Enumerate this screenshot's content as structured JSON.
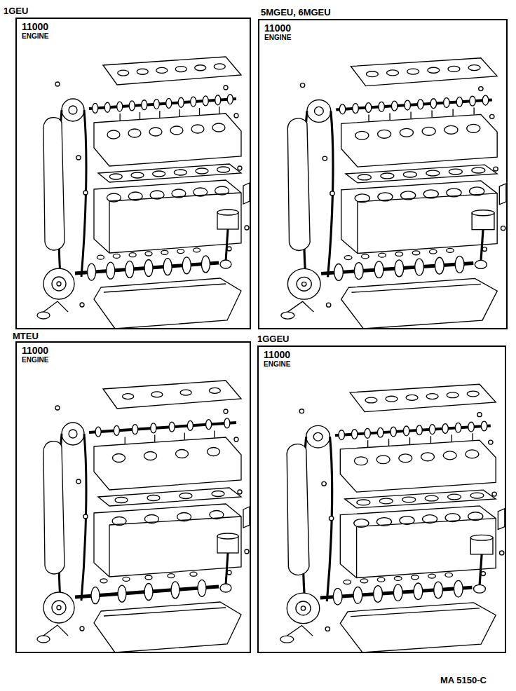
{
  "diagram": {
    "nodes": [
      {
        "text": [
          "1GEU",
          "11000",
          "ENGINE"
        ]
      },
      {
        "text": [
          "5MGEU, 6MGEU",
          "11000",
          "ENGINE"
        ]
      },
      {
        "text": [
          "MTEU",
          "11000",
          "ENGINE"
        ]
      },
      {
        "text": [
          "1GGEU",
          "11000",
          "ENGINE"
        ]
      }
    ],
    "labels": [
      "MA 5150-C"
    ]
  }
}
